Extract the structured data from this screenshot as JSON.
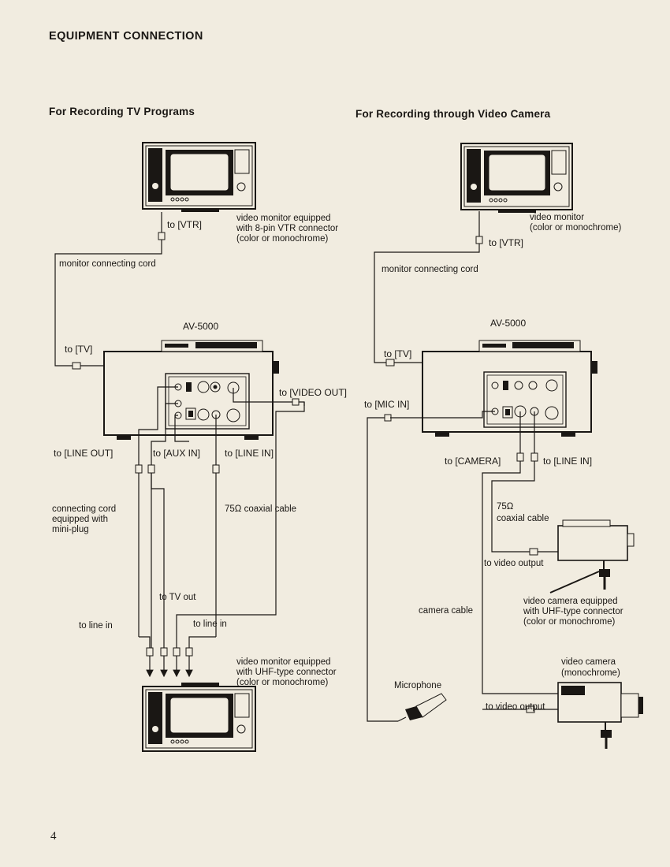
{
  "page": {
    "heading": "EQUIPMENT CONNECTION",
    "page_number": "4"
  },
  "left": {
    "title": "For Recording TV Programs",
    "to_vtr": "to [VTR]",
    "monitor_desc": [
      "video monitor equipped",
      "with 8-pin VTR connector",
      "(color or monochrome)"
    ],
    "monitor_cord": "monitor connecting cord",
    "deck_label": "AV-5000",
    "to_tv": "to [TV]",
    "to_video_out": "to [VIDEO OUT]",
    "to_line_out": "to [LINE OUT]",
    "to_aux_in": "to [AUX IN]",
    "to_line_in": "to [LINE IN]",
    "connecting_cord": [
      "connecting cord",
      "equipped with",
      "mini-plug"
    ],
    "coax": "75Ω coaxial cable",
    "to_tv_out": "to TV out",
    "to_line_in_a": "to line in",
    "to_line_in_b": "to line in",
    "monitor2_desc": [
      "video monitor equipped",
      "with UHF-type connector",
      "(color or monochrome)"
    ]
  },
  "right": {
    "title": "For Recording through Video Camera",
    "monitor_desc": [
      "video monitor",
      "(color or monochrome)"
    ],
    "to_vtr": "to [VTR]",
    "monitor_cord": "monitor connecting cord",
    "deck_label": "AV-5000",
    "to_tv": "to [TV]",
    "to_mic_in": "to [MIC IN]",
    "to_camera": "to [CAMERA]",
    "to_line_in": "to [LINE IN]",
    "coax": [
      "75Ω",
      "coaxial  cable"
    ],
    "to_video_output_a": "to video output",
    "camera_cable": "camera cable",
    "camera_desc": [
      "video camera equipped",
      "with UHF-type connector",
      "(color or monochrome)"
    ],
    "camera2_desc": [
      "video camera",
      "(monochrome)"
    ],
    "microphone": "Microphone",
    "to_video_output_b": "to video output"
  }
}
